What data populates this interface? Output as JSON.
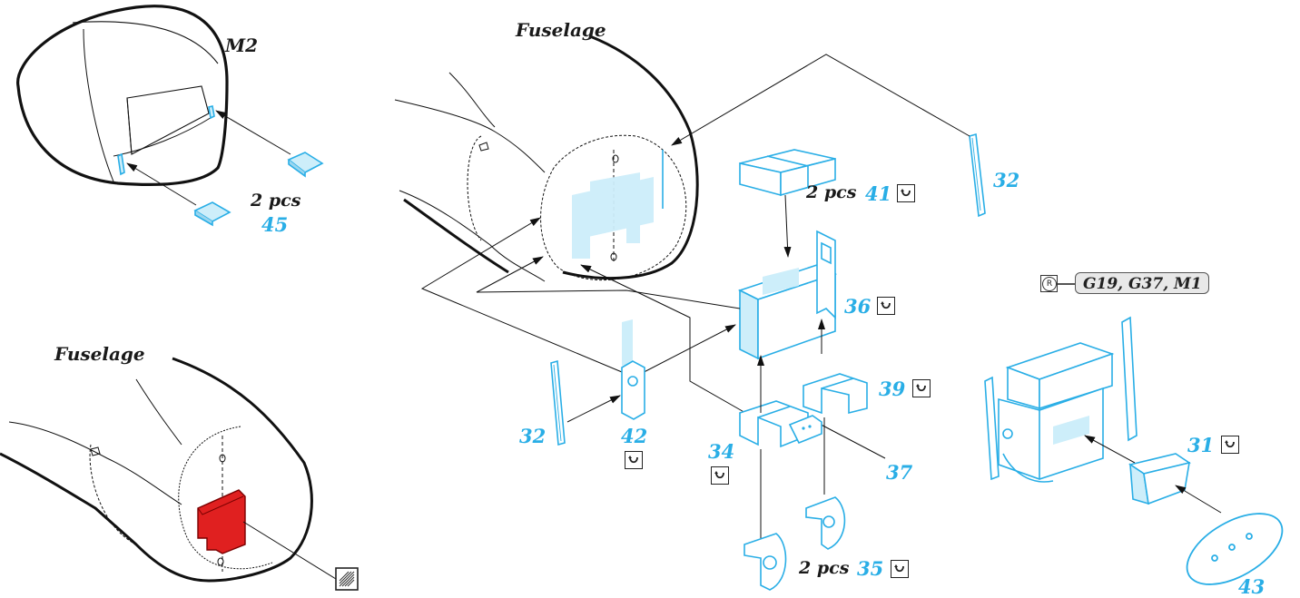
{
  "labels": {
    "m2": "M2",
    "fuselage_top": "Fuselage",
    "fuselage_left": "Fuselage",
    "pcs_45": "2 pcs",
    "pcs_41": "2 pcs",
    "pcs_35": "2 pcs"
  },
  "parts": {
    "p45": "45",
    "p41": "41",
    "p32_top": "32",
    "p36": "36",
    "p39": "39",
    "p32_left": "32",
    "p42": "42",
    "p34": "34",
    "p37": "37",
    "p35": "35",
    "p31": "31",
    "p43": "43"
  },
  "reference": {
    "symbol": "R",
    "parts": "G19, G37, M1"
  },
  "icons": [
    "bend-icon",
    "photo-etch-icon",
    "registered-icon"
  ],
  "colors": {
    "part": "#29aee6",
    "part_fill": "#cdeefa",
    "highlight": "#e02020",
    "line": "#1a1a1a"
  }
}
